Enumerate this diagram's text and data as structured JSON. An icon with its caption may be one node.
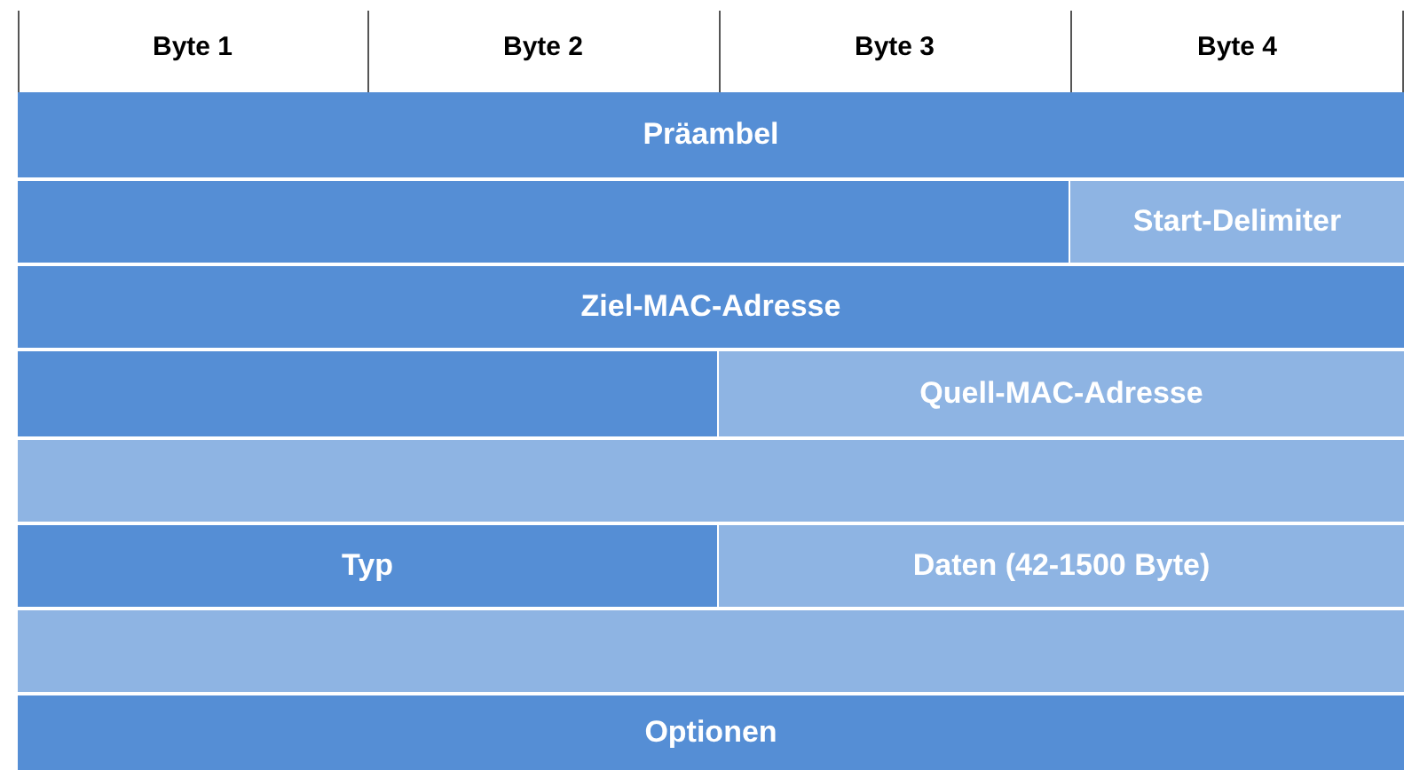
{
  "diagram": {
    "nodes": [
      {
        "text": [
          "Präambel"
        ]
      },
      {
        "text": [],
        "shape": "box"
      },
      {
        "text": [
          "Start-Delimiter"
        ]
      },
      {
        "text": [
          "Ziel-MAC-Adresse"
        ]
      },
      {
        "text": [],
        "shape": "box"
      },
      {
        "text": [
          "Quell-MAC-Adresse"
        ]
      },
      {
        "text": [],
        "shape": "box"
      },
      {
        "text": [
          "Typ"
        ]
      },
      {
        "text": [
          "Daten (42-1500 Byte)"
        ]
      },
      {
        "text": [],
        "shape": "box"
      },
      {
        "text": [
          "Optionen"
        ]
      }
    ],
    "labels": [
      "Byte 1",
      "Byte 2",
      "Byte 3",
      "Byte 4"
    ]
  }
}
